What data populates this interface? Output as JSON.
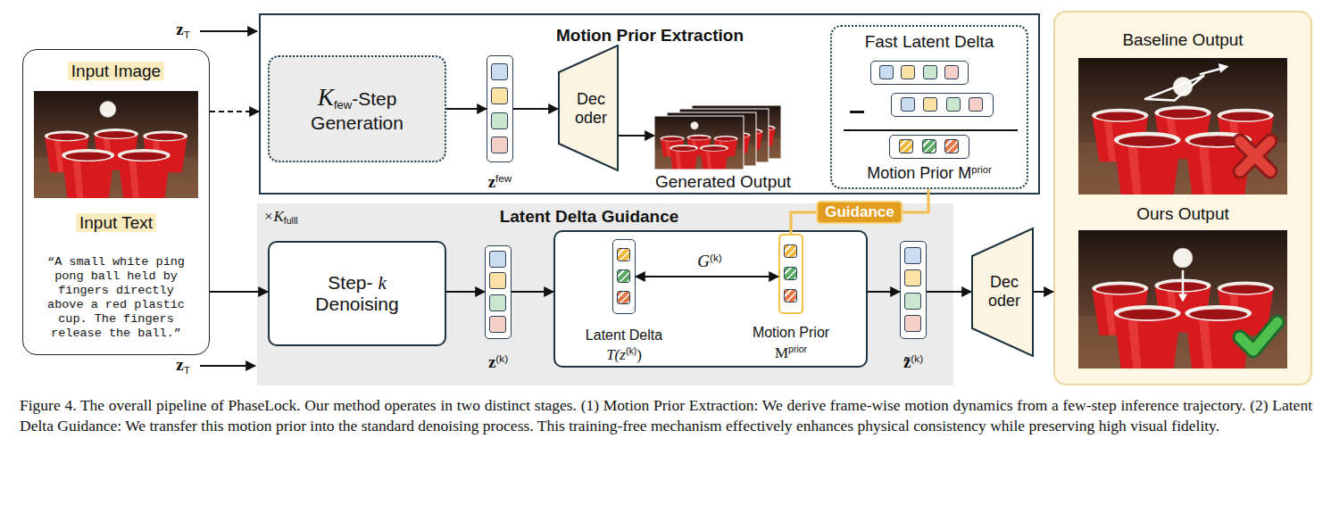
{
  "diagram": {
    "caption": "Figure 4. The overall pipeline of PhaseLock. Our method operates in two distinct stages. (1) Motion Prior Extraction: We derive frame-wise motion dynamics from a few-step inference trajectory. (2) Latent Delta Guidance: We transfer this motion prior into the standard denoising process. This training-free mechanism effectively enhances physical consistency while preserving high visual fidelity.",
    "nodes": [
      {
        "text": [
          "Input Image",
          "Input Text",
          "“A small white ping pong ball held by fingers directly above a red plastic cup. The fingers release the ball.”"
        ]
      },
      {
        "text": [
          "Motion Prior Extraction"
        ]
      },
      {
        "text": [
          "K",
          "few",
          "-Step Generation"
        ],
        "in": 1
      },
      {
        "text": [
          "z",
          "few"
        ],
        "in": 1
      },
      {
        "text": [
          "Dec oder"
        ],
        "in": 1
      },
      {
        "text": [
          "Generated Output"
        ],
        "in": 1
      },
      {
        "text": [
          "Fast Latent Delta",
          "Motion Prior M",
          "prior"
        ],
        "in": 1
      },
      {
        "text": [
          "×K",
          "fulll",
          "Latent Delta Guidance"
        ]
      },
      {
        "text": [
          "Step-",
          "k",
          "Denoising"
        ],
        "in": 7
      },
      {
        "text": [
          "z",
          "(k)"
        ],
        "in": 7
      },
      {
        "text": [
          "G",
          "(k)"
        ],
        "in": 7
      },
      {
        "text": [
          "Latent Delta",
          "T(z",
          "(k)",
          ")"
        ],
        "in": 10
      },
      {
        "text": [
          "Motion Prior",
          "M",
          "prior"
        ],
        "in": 10
      },
      {
        "text": [
          "z̃",
          "(k)"
        ],
        "in": 7
      },
      {
        "text": [
          "Dec oder"
        ]
      },
      {
        "text": [
          "Baseline Output",
          "Ours Output"
        ]
      }
    ],
    "edges": [
      {
        "from": 0,
        "to": 1,
        "arrow": "to"
      },
      {
        "from": 2,
        "to": 3,
        "arrow": "to"
      },
      {
        "from": 3,
        "to": 4,
        "arrow": "to"
      },
      {
        "from": 4,
        "to": 5,
        "arrow": "to"
      },
      {
        "from": 0,
        "to": 8,
        "arrow": "to"
      },
      {
        "from": 8,
        "to": 9,
        "arrow": "to"
      },
      {
        "from": 9,
        "to": 10,
        "arrow": "to"
      },
      {
        "from": 11,
        "to": 12,
        "arrow": "both"
      },
      {
        "from": 10,
        "to": 13,
        "arrow": "to"
      },
      {
        "from": 13,
        "to": 14,
        "arrow": "to"
      },
      {
        "from": 14,
        "to": 15,
        "arrow": "to"
      },
      {
        "from": 6,
        "to": 12,
        "label": "Guidance",
        "arrow": "none"
      }
    ],
    "labels": [
      "z",
      "T",
      "z",
      "T"
    ]
  }
}
